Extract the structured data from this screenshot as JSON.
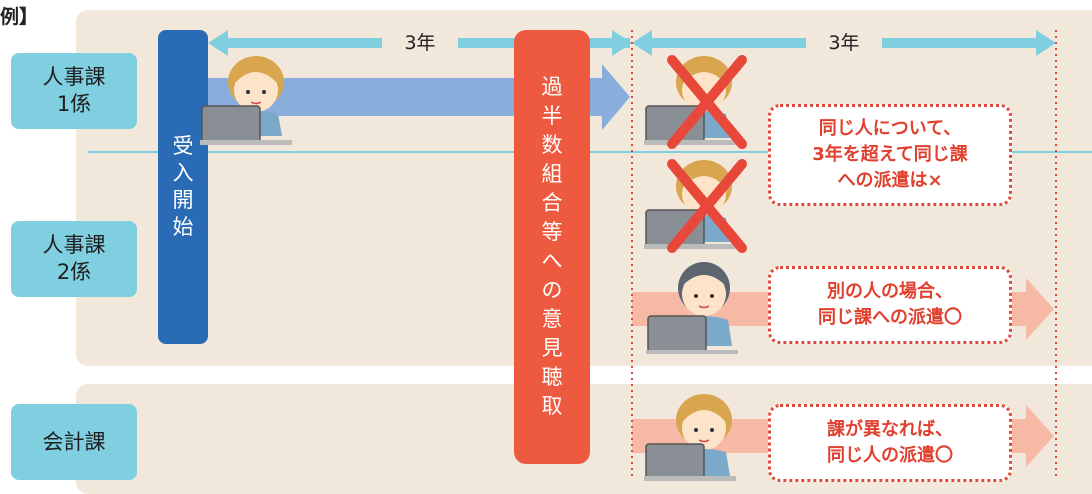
{
  "corner_label": "例】",
  "departments": [
    {
      "line1": "人事課",
      "line2": "1係"
    },
    {
      "line1": "人事課",
      "line2": "2係"
    },
    {
      "line1": "会計課",
      "line2": ""
    }
  ],
  "start_bar": [
    "受",
    "入",
    "開",
    "始"
  ],
  "consult_bar": [
    "過",
    "半",
    "数",
    "組",
    "合",
    "等",
    "へ",
    "の",
    "意",
    "見",
    "聴",
    "取"
  ],
  "period_labels": [
    "3年",
    "3年"
  ],
  "notes": [
    [
      "同じ人について、",
      "3年を超えて同じ課",
      "への派遣は×"
    ],
    [
      "別の人の場合、",
      "同じ課への派遣〇"
    ],
    [
      "課が異なれば、",
      "同じ人の派遣〇"
    ]
  ],
  "colors": {
    "panel": "#f1e7da",
    "dept_box": "#7fcfe0",
    "start_bar": "#2a6bb5",
    "consult_bar": "#ee5a3f",
    "period_arrow": "#7fcfe0",
    "blue_arrow": "#8aaedc",
    "pink_arrow": "#f6b9a5",
    "dotted_line": "#e04a3a",
    "cross": "#e8483a"
  },
  "icons": [
    "worker-woman-icon",
    "worker-man-icon",
    "laptop-icon",
    "cross-icon"
  ]
}
